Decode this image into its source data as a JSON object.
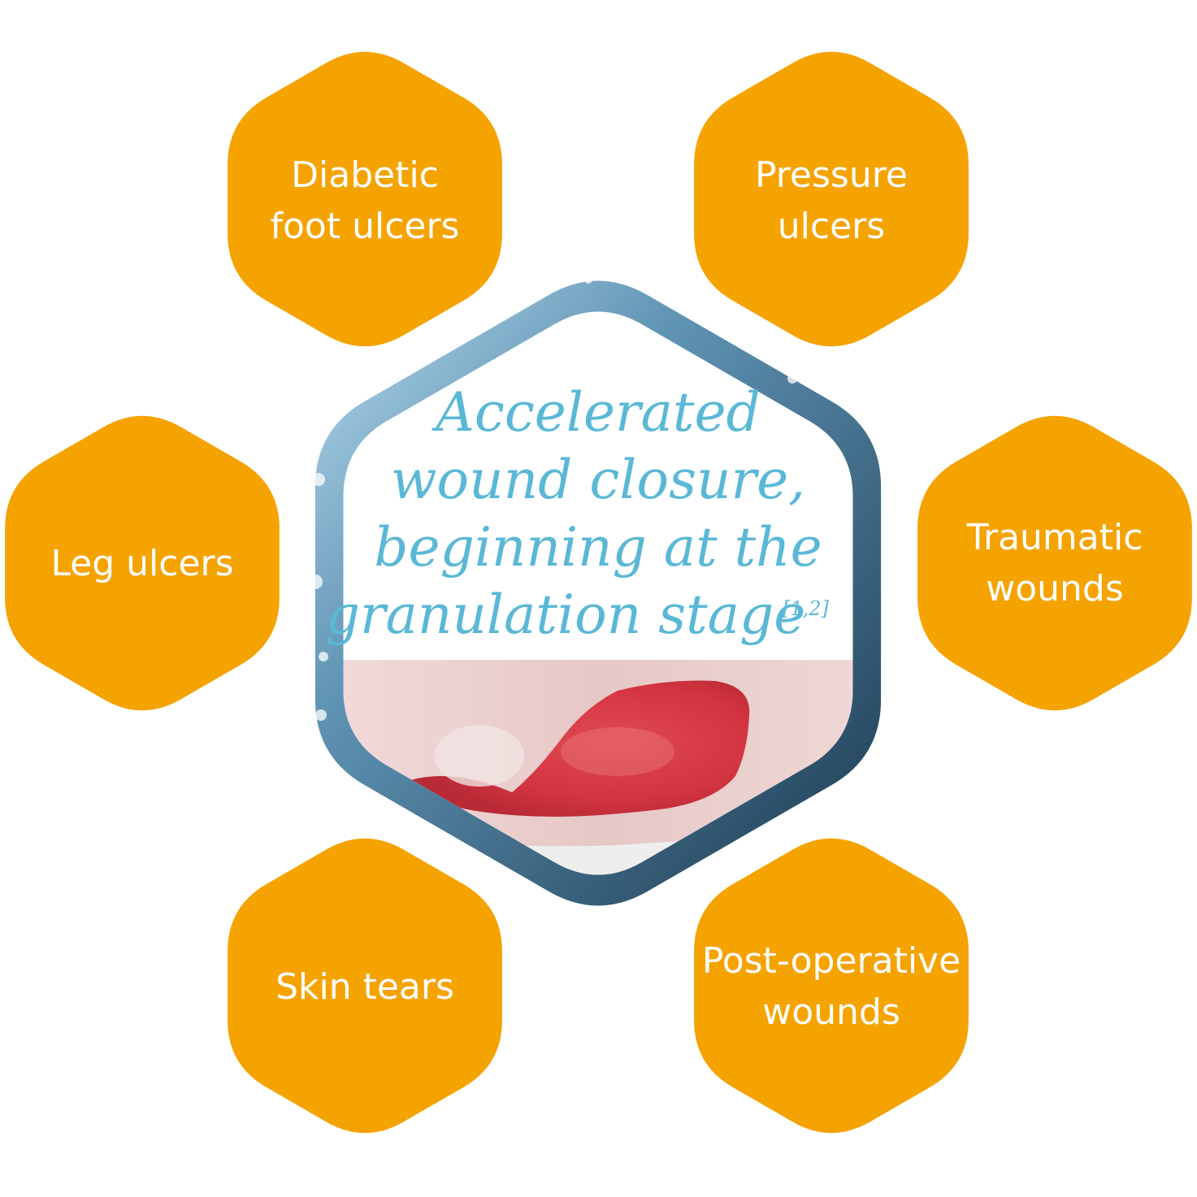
{
  "hexagons": [
    {
      "id": "diabetic",
      "lines": [
        "Diabetic",
        "foot ulcers"
      ]
    },
    {
      "id": "pressure",
      "lines": [
        "Pressure",
        "ulcers"
      ]
    },
    {
      "id": "leg",
      "lines": [
        "Leg ulcers"
      ]
    },
    {
      "id": "traumatic",
      "lines": [
        "Traumatic",
        "wounds"
      ]
    },
    {
      "id": "skin",
      "lines": [
        "Skin tears"
      ]
    },
    {
      "id": "postop",
      "lines": [
        "Post-operative",
        "wounds"
      ]
    }
  ],
  "center": {
    "lines": [
      "Accelerated",
      "wound closure,",
      "beginning at the",
      "granulation stage"
    ],
    "reference": "[1,2]"
  },
  "colors": {
    "hex_fill": "#f5a300",
    "center_text": "#5ab8d6",
    "frame_dark": "#1c3a50",
    "frame_light": "#8fc1dc",
    "skin": "#e9d3cf",
    "wound": "#d63a44"
  }
}
